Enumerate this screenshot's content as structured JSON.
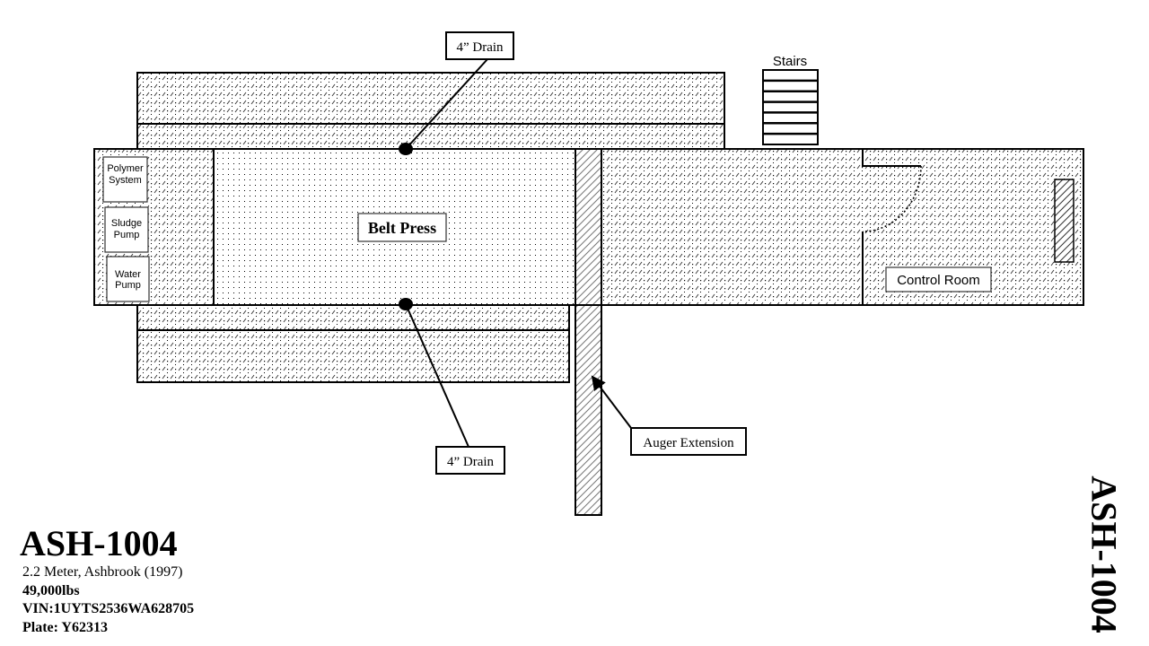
{
  "diagram": {
    "type": "floor-plan",
    "labels": {
      "drain_top": "4” Drain",
      "drain_bottom": "4” Drain",
      "belt_press": "Belt Press",
      "stairs": "Stairs",
      "control_room": "Control Room",
      "auger_extension": "Auger Extension",
      "polymer_system": [
        "Polymer",
        "System"
      ],
      "sludge_pump": [
        "Sludge",
        "Pump"
      ],
      "water_pump": [
        "Water",
        "Pump"
      ]
    },
    "stair_treads": 7
  },
  "info": {
    "unit_id": "ASH-1004",
    "description": "2.2 Meter, Ashbrook (1997)",
    "weight": "49,000lbs",
    "vin": "VIN:1UYTS2536WA628705",
    "plate": "Plate: Y62313"
  },
  "side_label": "ASH-1004"
}
